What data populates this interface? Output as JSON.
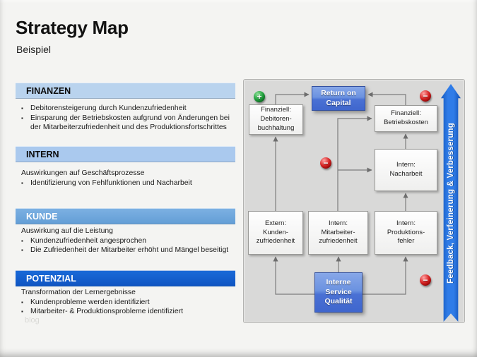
{
  "slide": {
    "title": "Strategy Map",
    "subtitle": "Beispiel",
    "watermark": "blog"
  },
  "sections": [
    {
      "label": "FINANZEN",
      "bullets": [
        "Debitorensteigerung durch Kundenzufriedenheit",
        "Einsparung der Betriebskosten aufgrund von Änderungen bei der Mitarbeiterzufriedenheit und des Produktionsfortschrittes"
      ]
    },
    {
      "label": "INTERN",
      "intro": "Auswirkungen auf Geschäftsprozesse",
      "bullets": [
        "Identifizierung von Fehlfunktionen und Nacharbeit"
      ]
    },
    {
      "label": "KUNDE",
      "intro": "Auswirkung auf die Leistung",
      "bullets": [
        "Kundenzufriedenheit angesprochen",
        "Die Zufriedenheit der Mitarbeiter erhöht und Mängel beseitigt"
      ]
    },
    {
      "label": "POTENZIAL",
      "intro": "Transformation der Lernergebnisse",
      "bullets": [
        "Kundenprobleme werden identifiziert",
        "Mitarbeiter- & Produktionsprobleme identifiziert"
      ]
    }
  ],
  "diagram": {
    "nodes": {
      "return_on_capital": "Return on\nCapital",
      "finanziell_debitoren": "Finanziell:\nDebitoren-\nbuchhaltung",
      "finanziell_betriebskosten": "Finanziell:\nBetriebskosten",
      "intern_nacharbeit": "Intern:\nNacharbeit",
      "extern_kundenzufriedenheit": "Extern:\nKunden-\nzufriedenheit",
      "intern_mitarbeiterzufriedenheit": "Intern:\nMitarbeiter-\nzufriedenheit",
      "intern_produktionsfehler": "Intern:\nProduktions-\nfehler",
      "interne_service_qualitaet": "Interne\nService\nQualität"
    },
    "badge_plus": "+",
    "badge_minus": "−",
    "ribbon": "Feedback, Verfeinerung & Verbesserung"
  },
  "colors": {
    "section_light": "#b9d3ee",
    "section_medium": "#6fa8dc",
    "section_strong": "#1158c8",
    "node_blue": "#4a71d4",
    "ribbon_blue": "#2f7ce8",
    "plus_green": "#22a23e",
    "minus_red": "#d62222",
    "connector_gray": "#7d7d7d"
  }
}
